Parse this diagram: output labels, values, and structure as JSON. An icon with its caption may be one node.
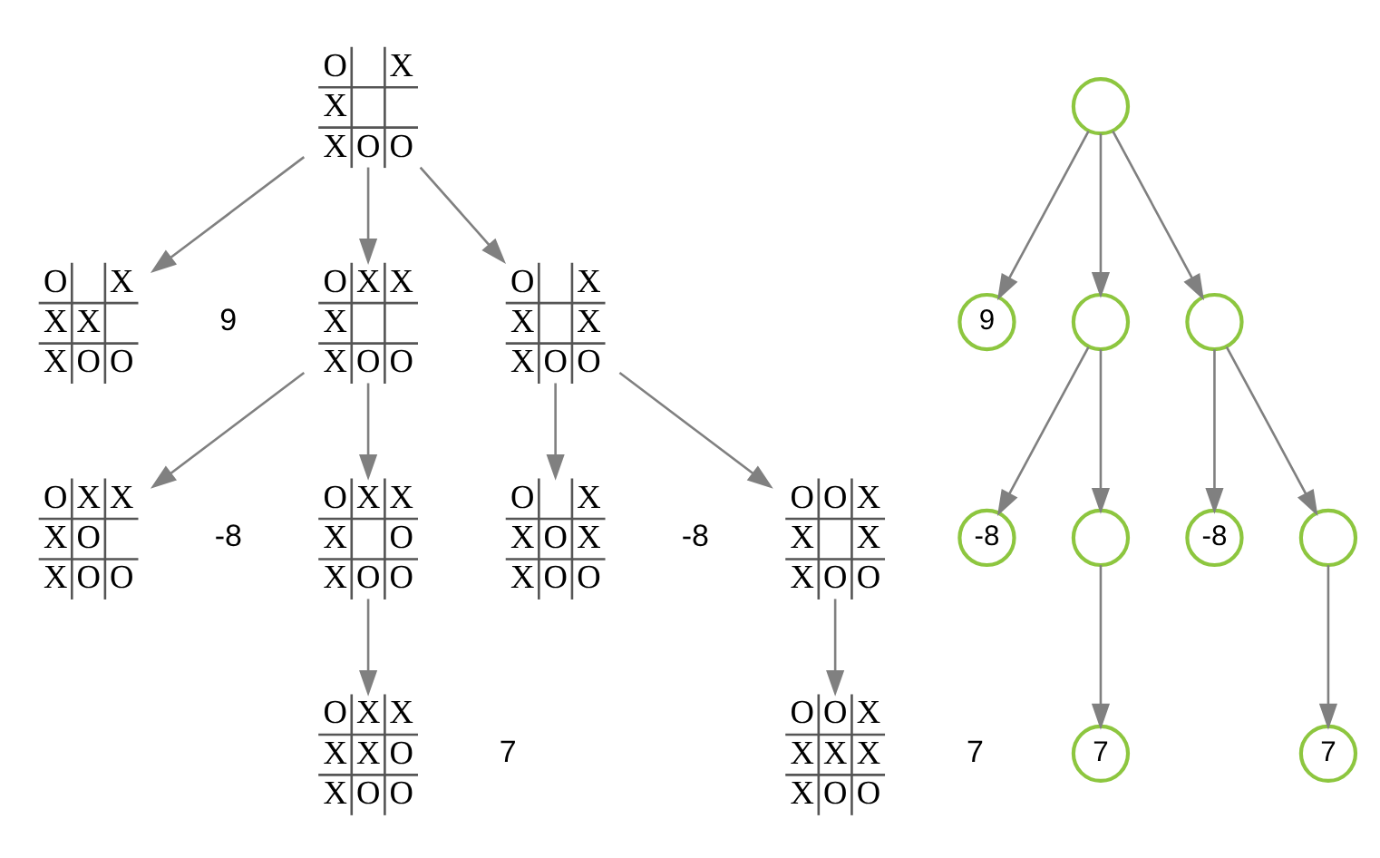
{
  "diagram": {
    "nodes": [
      {
        "text": [
          "O",
          "X",
          "X",
          "X",
          "O",
          "O"
        ]
      },
      {
        "text": [
          "O",
          "X",
          "X",
          "X",
          "X",
          "O",
          "O"
        ],
        "beside": [
          "9"
        ]
      },
      {
        "text": [
          "O",
          "X",
          "X",
          "X",
          "X",
          "O",
          "O"
        ]
      },
      {
        "text": [
          "O",
          "X",
          "X",
          "X",
          "X",
          "O",
          "O"
        ]
      },
      {
        "text": [
          "O",
          "X",
          "X",
          "X",
          "O",
          "X",
          "O",
          "O"
        ],
        "beside": [
          "-8"
        ]
      },
      {
        "text": [
          "O",
          "X",
          "X",
          "X",
          "O",
          "X",
          "O",
          "O"
        ]
      },
      {
        "text": [
          "O",
          "X",
          "X",
          "O",
          "X",
          "X",
          "O",
          "O"
        ],
        "beside": [
          "-8"
        ]
      },
      {
        "text": [
          "O",
          "O",
          "X",
          "X",
          "X",
          "X",
          "O",
          "O"
        ]
      },
      {
        "text": [
          "O",
          "X",
          "X",
          "X",
          "X",
          "O",
          "X",
          "O",
          "O"
        ],
        "beside": [
          "7"
        ]
      },
      {
        "text": [
          "O",
          "O",
          "X",
          "X",
          "X",
          "X",
          "X",
          "O",
          "O"
        ],
        "beside": [
          "7"
        ]
      },
      {
        "text": [],
        "shape": "circle"
      },
      {
        "text": [
          "9"
        ]
      },
      {
        "text": [],
        "shape": "circle"
      },
      {
        "text": [],
        "shape": "circle"
      },
      {
        "text": [
          "-8"
        ]
      },
      {
        "text": [],
        "shape": "circle"
      },
      {
        "text": [
          "-8"
        ]
      },
      {
        "text": [],
        "shape": "circle"
      },
      {
        "text": [
          "7"
        ]
      },
      {
        "text": [
          "7"
        ]
      }
    ],
    "edges": [
      {
        "from": 0,
        "to": 1,
        "arrow": "to"
      },
      {
        "from": 0,
        "to": 2,
        "arrow": "to"
      },
      {
        "from": 0,
        "to": 3,
        "arrow": "to"
      },
      {
        "from": 2,
        "to": 4,
        "arrow": "to"
      },
      {
        "from": 2,
        "to": 5,
        "arrow": "to"
      },
      {
        "from": 3,
        "to": 6,
        "arrow": "to"
      },
      {
        "from": 3,
        "to": 7,
        "arrow": "to"
      },
      {
        "from": 5,
        "to": 8,
        "arrow": "to"
      },
      {
        "from": 7,
        "to": 9,
        "arrow": "to"
      },
      {
        "from": 10,
        "to": 11,
        "arrow": "to"
      },
      {
        "from": 10,
        "to": 12,
        "arrow": "to"
      },
      {
        "from": 10,
        "to": 13,
        "arrow": "to"
      },
      {
        "from": 12,
        "to": 14,
        "arrow": "to"
      },
      {
        "from": 12,
        "to": 15,
        "arrow": "to"
      },
      {
        "from": 13,
        "to": 16,
        "arrow": "to"
      },
      {
        "from": 13,
        "to": 17,
        "arrow": "to"
      },
      {
        "from": 15,
        "to": 18,
        "arrow": "to"
      },
      {
        "from": 17,
        "to": 19,
        "arrow": "to"
      }
    ]
  }
}
